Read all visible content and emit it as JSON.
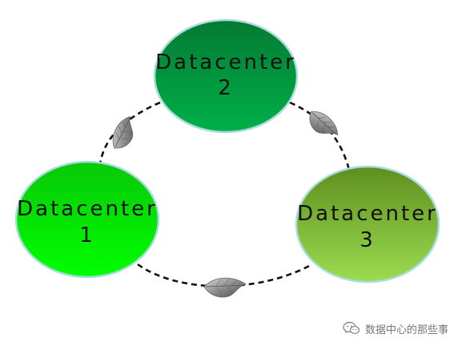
{
  "nodes": [
    {
      "id": "dc2",
      "line1": "Datacenter",
      "line2": "2"
    },
    {
      "id": "dc1",
      "line1": "Datacenter",
      "line2": "1"
    },
    {
      "id": "dc3",
      "line1": "Datacenter",
      "line2": "3"
    }
  ],
  "watermark": {
    "text": "数据中心的那些事",
    "icon": "wechat-icon"
  },
  "colors": {
    "dc2_top": "#047a33",
    "dc2_bottom": "#00b048",
    "dc1_top": "#08c808",
    "dc1_bottom": "#00ff00",
    "dc3_top": "#5f8f1f",
    "dc3_bottom": "#9cdc50",
    "border": "#a9dcdc",
    "connector": "#111111",
    "leaf": "#8a8a8a"
  }
}
